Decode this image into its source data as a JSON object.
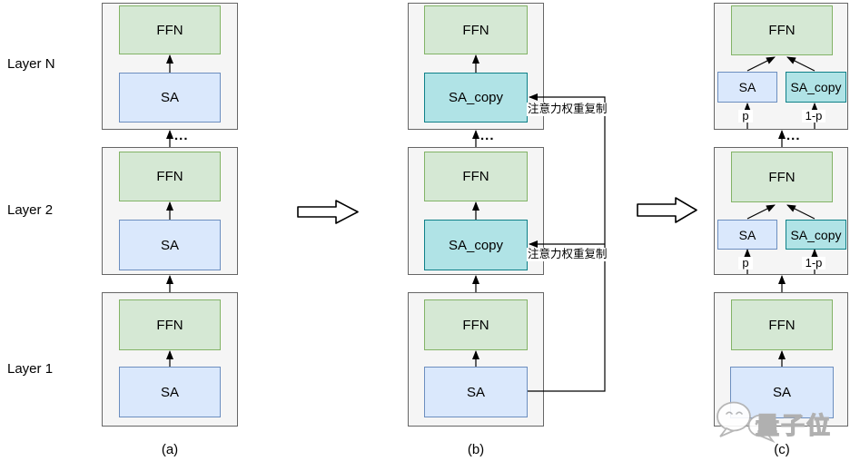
{
  "diagram": {
    "row_labels": [
      "Layer N",
      "Layer 2",
      "Layer 1"
    ],
    "captions": [
      "(a)",
      "(b)",
      "(c)"
    ],
    "blocks": {
      "ffn": "FFN",
      "sa": "SA",
      "sa_copy": "SA_copy"
    },
    "ellipsis": "...",
    "annotations": {
      "attention_copy": "注意力权重复制",
      "p": "p",
      "one_minus_p": "1-p"
    },
    "watermark": {
      "icon": "wechat-icon",
      "text": "量子位"
    },
    "colors": {
      "layer_fill": "#f5f5f5",
      "layer_border": "#666666",
      "ffn_fill": "#d5e8d4",
      "ffn_border": "#82b366",
      "sa_fill": "#dae8fc",
      "sa_border": "#6c8ebf",
      "sa_copy_fill": "#b0e3e6",
      "sa_copy_border": "#0e8088",
      "line": "#000000",
      "watermark": "#b0b0b0"
    }
  }
}
